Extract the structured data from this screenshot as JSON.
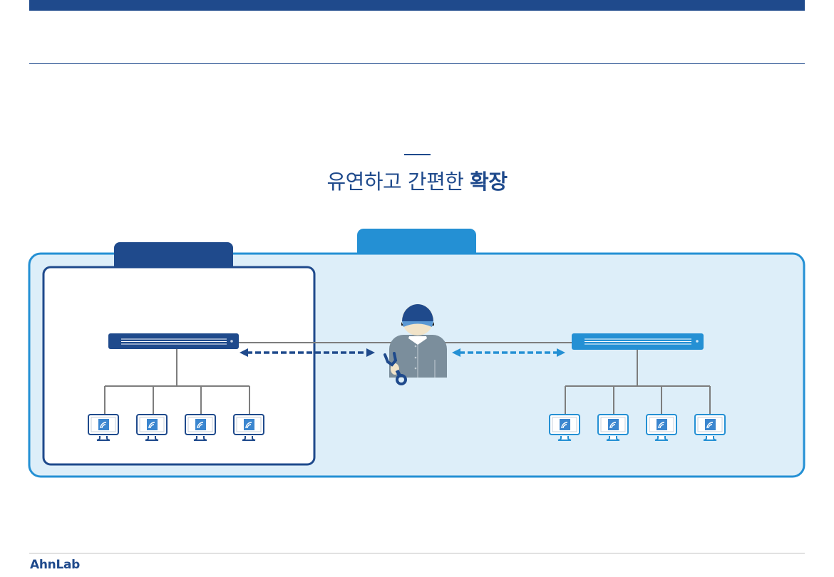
{
  "page": {
    "title_regular": "유연하고 간편한 ",
    "title_bold": "확장"
  },
  "footer": {
    "logo_text": "AhnLab"
  },
  "diagram": {
    "left_group": {
      "tab_label": "",
      "server": "network-appliance",
      "clients": 4,
      "color": "#1f4a8c"
    },
    "right_group": {
      "tab_label": "",
      "server": "network-appliance",
      "clients": 4,
      "color": "#2490d4"
    },
    "center": {
      "figure": "technician-with-wrench"
    },
    "colors": {
      "dark_blue": "#1f4a8c",
      "light_blue": "#2490d4",
      "panel_bg": "#ddeef9",
      "line_gray": "#7d7d7d"
    }
  }
}
